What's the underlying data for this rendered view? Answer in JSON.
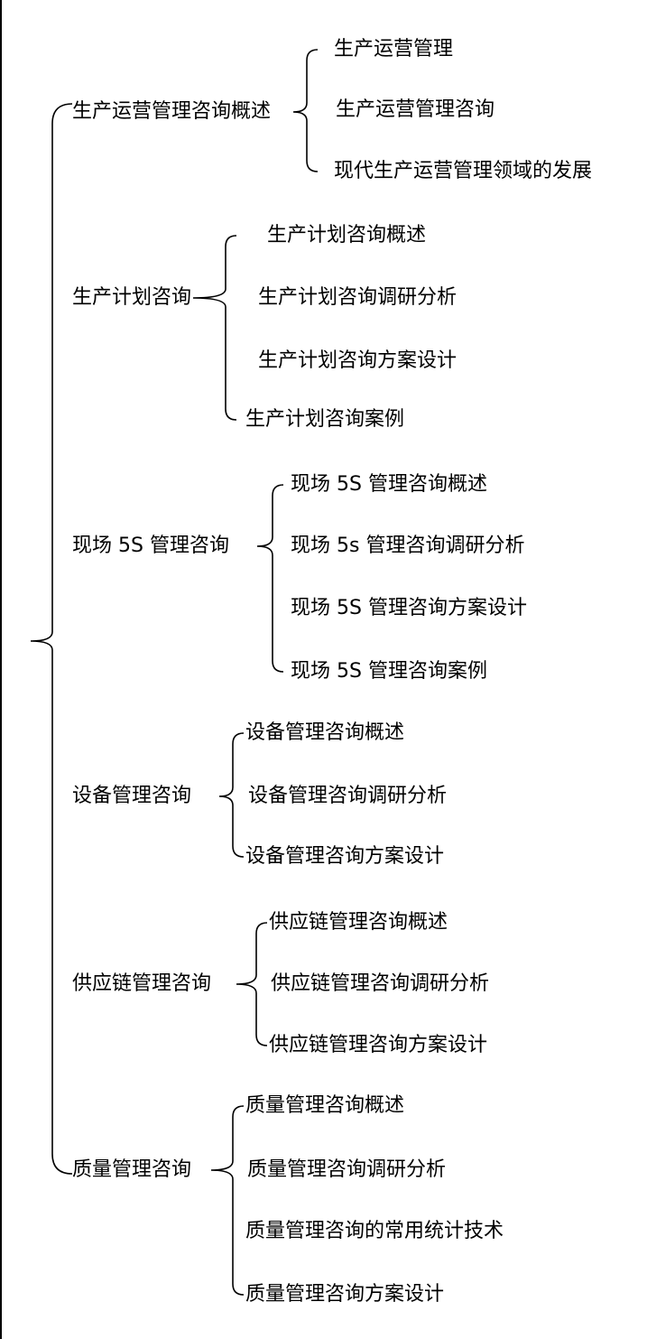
{
  "mindmap": {
    "sections": [
      {
        "title": "生产运营管理咨询概述",
        "items": [
          "生产运营管理",
          "生产运营管理咨询",
          "现代生产运营管理领域的发展"
        ]
      },
      {
        "title": "生产计划咨询",
        "items": [
          "生产计划咨询概述",
          "生产计划咨询调研分析",
          "生产计划咨询方案设计",
          "生产计划咨询案例"
        ]
      },
      {
        "title": "现场 5S 管理咨询",
        "items": [
          "现场 5S 管理咨询概述",
          "现场 5s 管理咨询调研分析",
          "现场 5S 管理咨询方案设计",
          "现场 5S 管理咨询案例"
        ]
      },
      {
        "title": "设备管理咨询",
        "items": [
          "设备管理咨询概述",
          "设备管理咨询调研分析",
          "设备管理咨询方案设计"
        ]
      },
      {
        "title": "供应链管理咨询",
        "items": [
          "供应链管理咨询概述",
          "供应链管理咨询调研分析",
          "供应链管理咨询方案设计"
        ]
      },
      {
        "title": "质量管理咨询",
        "items": [
          "质量管理咨询概述",
          "质量管理咨询调研分析",
          "质量管理咨询的常用统计技术",
          "质量管理咨询方案设计"
        ]
      }
    ]
  }
}
